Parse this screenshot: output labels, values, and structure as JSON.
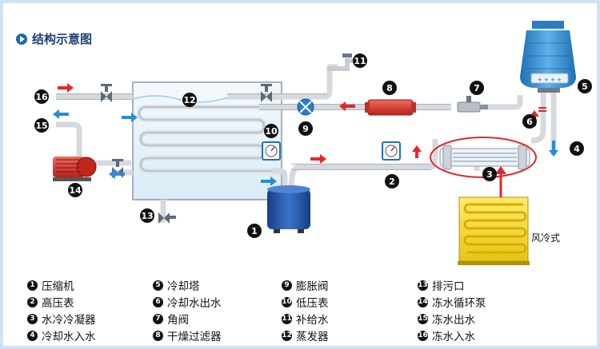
{
  "title": "结构示意图",
  "air_cooled_label": "风冷式",
  "callouts": [
    "1",
    "2",
    "3",
    "4",
    "5",
    "6",
    "7",
    "8",
    "9",
    "10",
    "11",
    "12",
    "13",
    "14",
    "15",
    "16"
  ],
  "legend": [
    {
      "num": "1",
      "label": "压缩机"
    },
    {
      "num": "2",
      "label": "高压表"
    },
    {
      "num": "3",
      "label": "水冷冷凝器"
    },
    {
      "num": "4",
      "label": "冷却水入水"
    },
    {
      "num": "5",
      "label": "冷却塔"
    },
    {
      "num": "6",
      "label": "冷却水出水"
    },
    {
      "num": "7",
      "label": "角阀"
    },
    {
      "num": "8",
      "label": "干燥过滤器"
    },
    {
      "num": "9",
      "label": "膨胀阀"
    },
    {
      "num": "10",
      "label": "低压表"
    },
    {
      "num": "11",
      "label": "补给水"
    },
    {
      "num": "12",
      "label": "蒸发器"
    },
    {
      "num": "13",
      "label": "排污口"
    },
    {
      "num": "14",
      "label": "冻水循环泵"
    },
    {
      "num": "15",
      "label": "冻水出水"
    },
    {
      "num": "16",
      "label": "冻水入水"
    }
  ],
  "colors": {
    "pipe": "#d9dde2",
    "pipe_edge": "#aeb4bb",
    "water": "#cfe8f6",
    "flow_arrow": "#e8262a",
    "out_arrow": "#2a8bd6",
    "callout": "#111111",
    "compressor": "#1e4fa0",
    "drier": "#d6332c",
    "tower": "#2b8fd1",
    "title": "#1d3f77"
  }
}
